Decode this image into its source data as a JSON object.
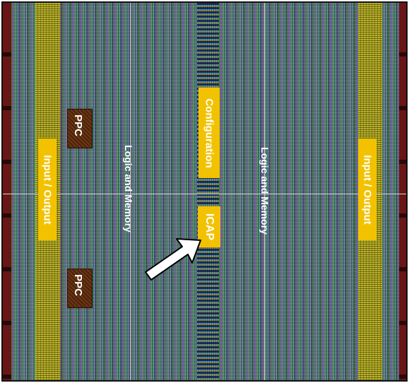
{
  "colors": {
    "label_bg": "#f2c200",
    "label_text": "#ffffff",
    "arrow_fill": "#ffffff",
    "arrow_stroke": "#000000",
    "io_pads": "#6a1616",
    "io_columns": "#a8a024",
    "fabric": "#3c6d3c",
    "config_column": "#2a3a66"
  },
  "labels": {
    "io_left": "Input / Output",
    "io_right": "Input / Output",
    "ppc_top": "PPC",
    "ppc_bottom": "PPC",
    "logic_left": "Logic and Memory",
    "logic_right": "Logic and Memory",
    "configuration": "Configuration",
    "icap": "ICAP"
  },
  "icons": {
    "pointer": "arrow-icon"
  }
}
